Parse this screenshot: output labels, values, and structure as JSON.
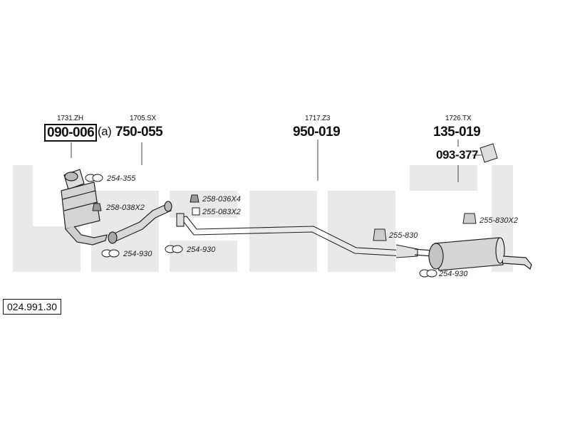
{
  "brand_watermark": "bosal",
  "parts": [
    {
      "ref": "1731.ZH",
      "number": "090-006",
      "suffix": "(a)"
    },
    {
      "ref": "1705.SX",
      "number": "750-055"
    },
    {
      "ref": "1717.Z3",
      "number": "950-019"
    },
    {
      "ref": "1726.TX",
      "number": "135-019"
    }
  ],
  "extra_part_number": "093-377",
  "accessories": [
    "254-355",
    "258-038X2",
    "254-930",
    "258-036X4",
    "255-083X2",
    "254-930",
    "255-830",
    "255-830X2",
    "254-930"
  ],
  "catalog_number": "024.991.30"
}
